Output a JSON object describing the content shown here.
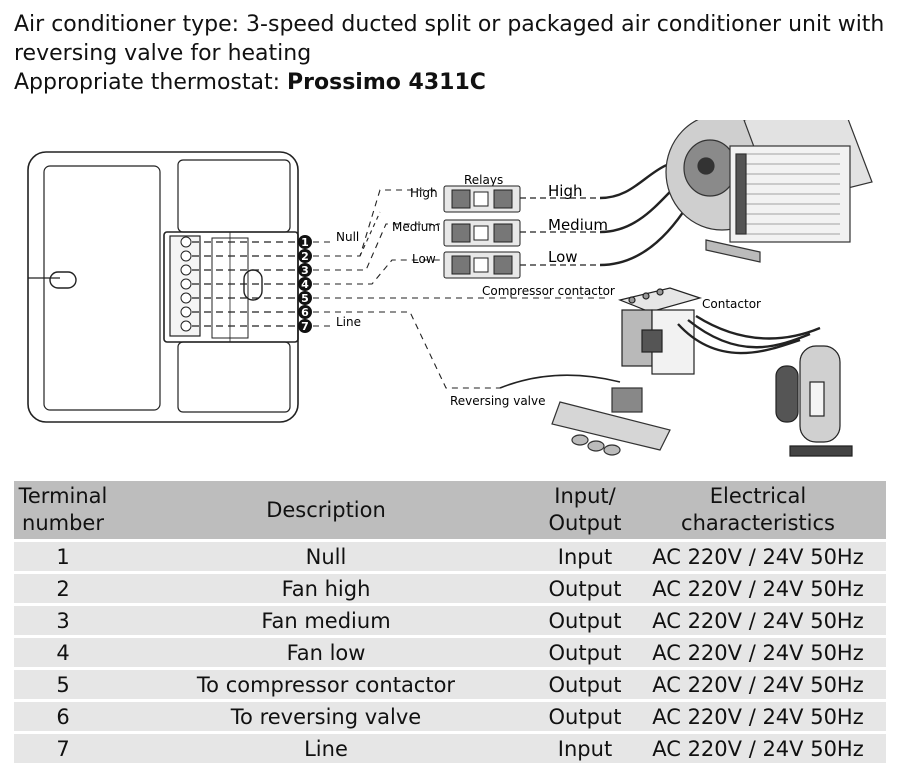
{
  "header": {
    "line1": "Air conditioner type: 3-speed ducted split or packaged air conditioner unit with",
    "line2": "reversing valve for heating",
    "thermostat_prefix": "Appropriate thermostat: ",
    "thermostat_model": "Prossimo 4311C"
  },
  "diagram": {
    "terminals": [
      "1",
      "2",
      "3",
      "4",
      "5",
      "6",
      "7"
    ],
    "labels": {
      "null": "Null",
      "line": "Line",
      "relays": "Relays",
      "high_small": "High",
      "medium_small": "Medium",
      "low_small": "Low",
      "high": "High",
      "medium": "Medium",
      "low": "Low",
      "compressor_contactor": "Compressor contactor",
      "contactor": "Contactor",
      "reversing_valve": "Reversing valve"
    }
  },
  "table": {
    "headers": {
      "terminal": [
        "Terminal",
        "number"
      ],
      "description": "Description",
      "io": [
        "Input/",
        "Output"
      ],
      "electrical": [
        "Electrical",
        "characteristics"
      ]
    },
    "rows": [
      {
        "num": "1",
        "desc": "Null",
        "io": "Input",
        "elec": "AC 220V / 24V 50Hz"
      },
      {
        "num": "2",
        "desc": "Fan high",
        "io": "Output",
        "elec": "AC 220V / 24V 50Hz"
      },
      {
        "num": "3",
        "desc": "Fan medium",
        "io": "Output",
        "elec": "AC 220V / 24V 50Hz"
      },
      {
        "num": "4",
        "desc": "Fan low",
        "io": "Output",
        "elec": "AC 220V / 24V 50Hz"
      },
      {
        "num": "5",
        "desc": "To compressor contactor",
        "io": "Output",
        "elec": "AC 220V / 24V 50Hz"
      },
      {
        "num": "6",
        "desc": "To reversing valve",
        "io": "Output",
        "elec": "AC 220V / 24V 50Hz"
      },
      {
        "num": "7",
        "desc": "Line",
        "io": "Input",
        "elec": "AC 220V / 24V 50Hz"
      }
    ]
  }
}
